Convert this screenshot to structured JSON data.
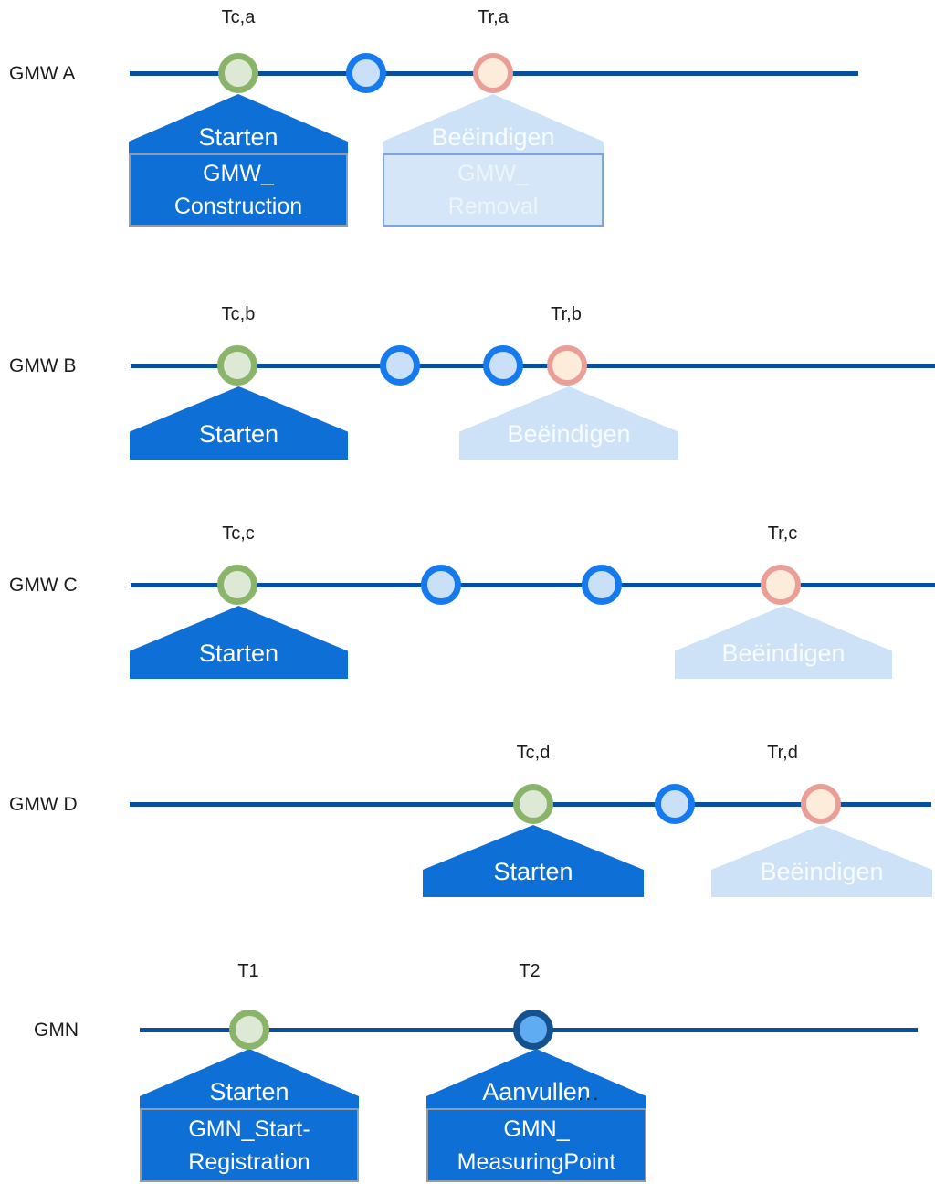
{
  "diagram_type": "timeline-diagram",
  "palette": {
    "timeline_blue": "#0a4e9e",
    "action_solid_blue": "#0e70d6",
    "action_light_blue": "#cde2f7",
    "box_light_fill": "#d5e6f9",
    "box_light_border": "#7ea5d9",
    "box_gray_border": "#8f9cab",
    "event_green_border": "#8ab46a",
    "event_green_fill": "#dde9d4",
    "event_blue_border": "#157aed",
    "event_blue_fill": "#cadff8",
    "event_pink_border": "#e99e97",
    "event_pink_fill": "#fdecda",
    "event_darkblue_border": "#15508f",
    "event_darkblue_fill": "#60acf3",
    "text_dark": "#1c1c1c"
  },
  "rows": [
    {
      "label": "GMW A",
      "time_labels": [
        {
          "text": "Tc,a"
        },
        {
          "text": "Tr,a"
        }
      ],
      "events": [
        {
          "type": "construction-green"
        },
        {
          "type": "intermediate-blue"
        },
        {
          "type": "removal-pink"
        }
      ],
      "houses": [
        {
          "label": "Starten",
          "style": "solid",
          "box_lines": [
            "GMW_",
            "Construction"
          ]
        },
        {
          "label": "Beëindigen",
          "style": "light",
          "box_lines": [
            "GMW_",
            "Removal"
          ]
        }
      ]
    },
    {
      "label": "GMW B",
      "time_labels": [
        {
          "text": "Tc,b"
        },
        {
          "text": "Tr,b"
        }
      ],
      "events": [
        {
          "type": "construction-green"
        },
        {
          "type": "intermediate-blue"
        },
        {
          "type": "intermediate-blue"
        },
        {
          "type": "removal-pink"
        }
      ],
      "houses": [
        {
          "label": "Starten",
          "style": "solid"
        },
        {
          "label": "Beëindigen",
          "style": "light"
        }
      ]
    },
    {
      "label": "GMW C",
      "time_labels": [
        {
          "text": "Tc,c"
        },
        {
          "text": "Tr,c"
        }
      ],
      "events": [
        {
          "type": "construction-green"
        },
        {
          "type": "intermediate-blue"
        },
        {
          "type": "intermediate-blue"
        },
        {
          "type": "removal-pink"
        }
      ],
      "houses": [
        {
          "label": "Starten",
          "style": "solid"
        },
        {
          "label": "Beëindigen",
          "style": "light"
        }
      ]
    },
    {
      "label": "GMW D",
      "time_labels": [
        {
          "text": "Tc,d"
        },
        {
          "text": "Tr,d"
        }
      ],
      "events": [
        {
          "type": "construction-green"
        },
        {
          "type": "intermediate-blue"
        },
        {
          "type": "removal-pink"
        }
      ],
      "houses": [
        {
          "label": "Starten",
          "style": "solid"
        },
        {
          "label": "Beëindigen",
          "style": "light"
        }
      ]
    },
    {
      "label": "GMN",
      "time_labels": [
        {
          "text": "T1"
        },
        {
          "text": "T2"
        }
      ],
      "events": [
        {
          "type": "start-green"
        },
        {
          "type": "measuringpoint-darkblue"
        }
      ],
      "houses": [
        {
          "label": "Starten",
          "style": "solid",
          "box_lines": [
            "GMN_Start-",
            "Registration"
          ]
        },
        {
          "label": "Aanvullen",
          "style": "solid",
          "box_lines": [
            "GMN_",
            "MeasuringPoint"
          ],
          "ellipsis": "..."
        }
      ]
    }
  ]
}
